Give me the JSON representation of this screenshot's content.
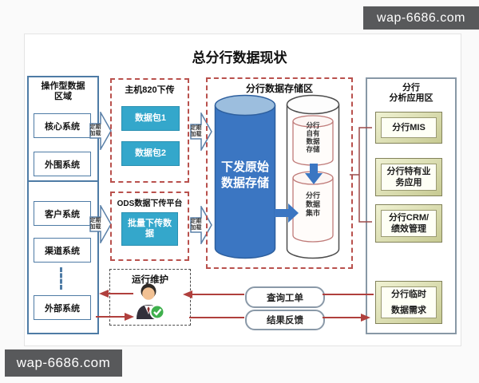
{
  "title": "总分行数据现状",
  "watermarks": {
    "top_right": "wap-6686.com",
    "bottom_left": "wap-6686.com"
  },
  "colors": {
    "teal_box": "#34a7cb",
    "cylinder_blue": "#3b76c2",
    "dashed_zone_red": "#b9514d",
    "flow_arrow_red": "#b0403d",
    "watermark_bar": "#58595b",
    "steel_blue_border": "#4e7ba5"
  },
  "operational_zone": {
    "title_line1": "操作型数据",
    "title_line2": "区域",
    "group1": [
      "核心系统",
      "外围系统"
    ],
    "group2": [
      "客户系统",
      "渠道系统"
    ],
    "external": "外部系统"
  },
  "host_download": {
    "title": "主机820下传",
    "pkg1": "数据包1",
    "pkg2": "数据包2"
  },
  "ods_platform": {
    "title": "ODS数据下传平台",
    "batch": "批量下传数据"
  },
  "transfer_label": "定期加载",
  "storage_zone": {
    "title": "分行数据存储区",
    "raw_line1": "下发原始",
    "raw_line2": "数据存储",
    "own_l1": "分行",
    "own_l2": "自有",
    "own_l3": "数据",
    "own_l4": "存储",
    "mart_l1": "分行",
    "mart_l2": "数据",
    "mart_l3": "集市"
  },
  "analysis_zone": {
    "title_line1": "分行",
    "title_line2": "分析应用区",
    "mis": "分行MIS",
    "special_l1": "分行特有业",
    "special_l2": "务应用",
    "crm_l1": "分行CRM/",
    "crm_l2": "绩效管理",
    "adhoc_l1": "分行临时",
    "adhoc_l2": "数据需求"
  },
  "maintenance": {
    "title": "运行维护"
  },
  "flows": {
    "query": "查询工单",
    "feedback": "结果反馈"
  }
}
